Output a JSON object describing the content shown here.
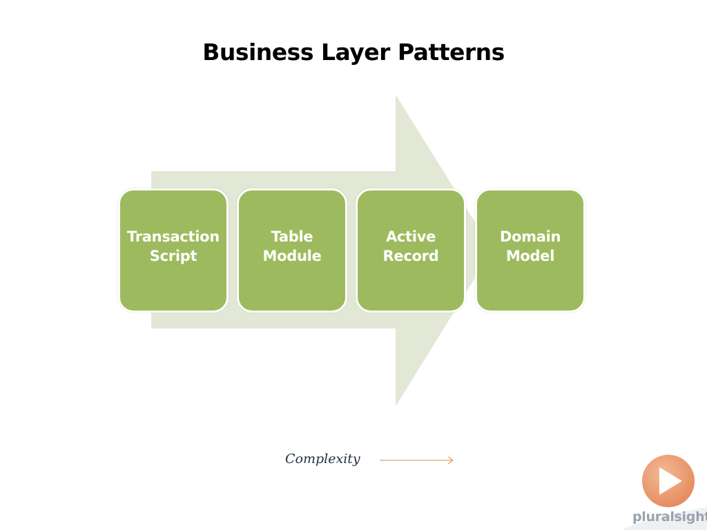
{
  "slide": {
    "title": "Business Layer Patterns"
  },
  "colors": {
    "box_fill": "#9dbb5e",
    "arrow_fill": "#e2e8d5",
    "complexity_arrow": "#e8a060",
    "logo_orange": "#ec9a6e",
    "logo_gray": "#9aa3ad"
  },
  "steps": [
    {
      "label": "Transaction\nScript"
    },
    {
      "label": "Table\nModule"
    },
    {
      "label": "Active\nRecord"
    },
    {
      "label": "Domain\nModel"
    }
  ],
  "legend": {
    "complexity_label": "Complexity"
  },
  "brand": {
    "logo_icon": "play-icon",
    "name": "pluralsight"
  }
}
